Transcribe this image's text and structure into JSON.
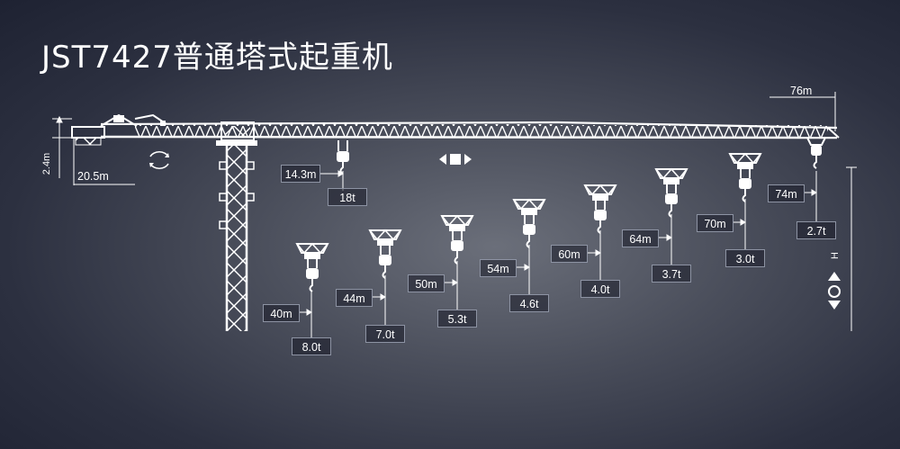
{
  "title": "JST7427普通塔式起重机",
  "dims": {
    "max_radius": "76m",
    "counter_jib": "20.5m",
    "tower_head": "2.4m",
    "height": "H"
  },
  "load_points": [
    {
      "radius": "14.3m",
      "load": "18t"
    },
    {
      "radius": "40m",
      "load": "8.0t"
    },
    {
      "radius": "44m",
      "load": "7.0t"
    },
    {
      "radius": "50m",
      "load": "5.3t"
    },
    {
      "radius": "54m",
      "load": "4.6t"
    },
    {
      "radius": "60m",
      "load": "4.0t"
    },
    {
      "radius": "64m",
      "load": "3.7t"
    },
    {
      "radius": "70m",
      "load": "3.0t"
    },
    {
      "radius": "74m",
      "load": "2.7t"
    }
  ]
}
